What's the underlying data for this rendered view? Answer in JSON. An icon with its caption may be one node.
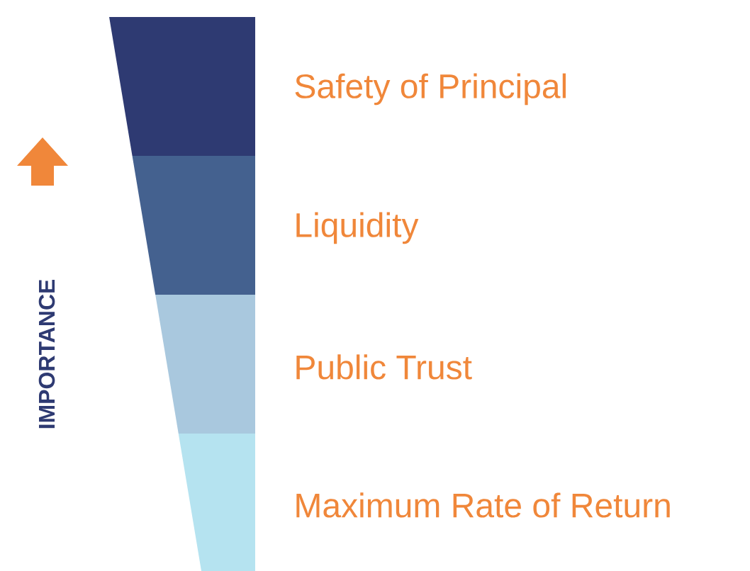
{
  "diagram": {
    "nodes": [
      {
        "text": [
          "Safety of Principal"
        ]
      },
      {
        "text": [
          "Liquidity"
        ]
      },
      {
        "text": [
          "Public Trust"
        ]
      },
      {
        "text": [
          "Maximum Rate of Return"
        ]
      }
    ],
    "labels": [
      "IMPORTANCE"
    ]
  }
}
